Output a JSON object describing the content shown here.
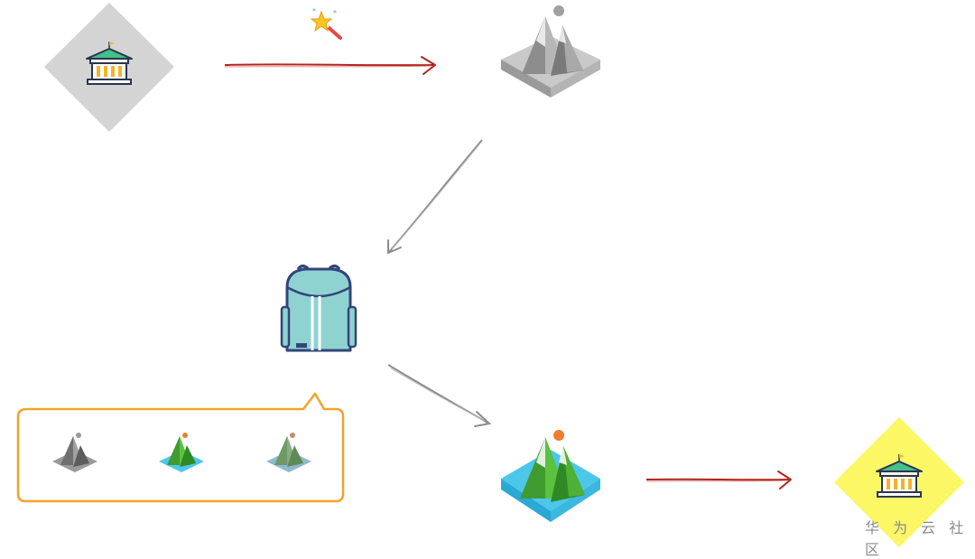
{
  "diagram": {
    "nodes": [
      {
        "id": "building-start",
        "icon": "museum-building-icon",
        "tile_color": "#d4d4d4"
      },
      {
        "id": "mountain-gray",
        "icon": "gray-mountain-icon",
        "tile_color": "#cfcfcf"
      },
      {
        "id": "backpack",
        "icon": "backpack-icon",
        "color": "#8fd3d1"
      },
      {
        "id": "mountain-green",
        "icon": "green-mountain-icon",
        "tile_color": "#4cc7ea"
      },
      {
        "id": "building-end",
        "icon": "museum-building-icon",
        "tile_color": "#fbf765"
      }
    ],
    "edges": [
      {
        "from": "building-start",
        "to": "mountain-gray",
        "color": "#b3241c",
        "label_icon": "magic-wand-icon"
      },
      {
        "from": "mountain-gray",
        "to": "backpack",
        "color": "#8c8c8c"
      },
      {
        "from": "backpack",
        "to": "mountain-green",
        "color": "#8c8c8c"
      },
      {
        "from": "mountain-green",
        "to": "building-end",
        "color": "#b3241c"
      }
    ],
    "callout": {
      "border_color": "#f2a32a",
      "items": [
        "gray-mountain-icon",
        "green-mountain-icon",
        "faded-green-mountain-icon"
      ]
    }
  },
  "watermark": "华 为 云 社 区"
}
